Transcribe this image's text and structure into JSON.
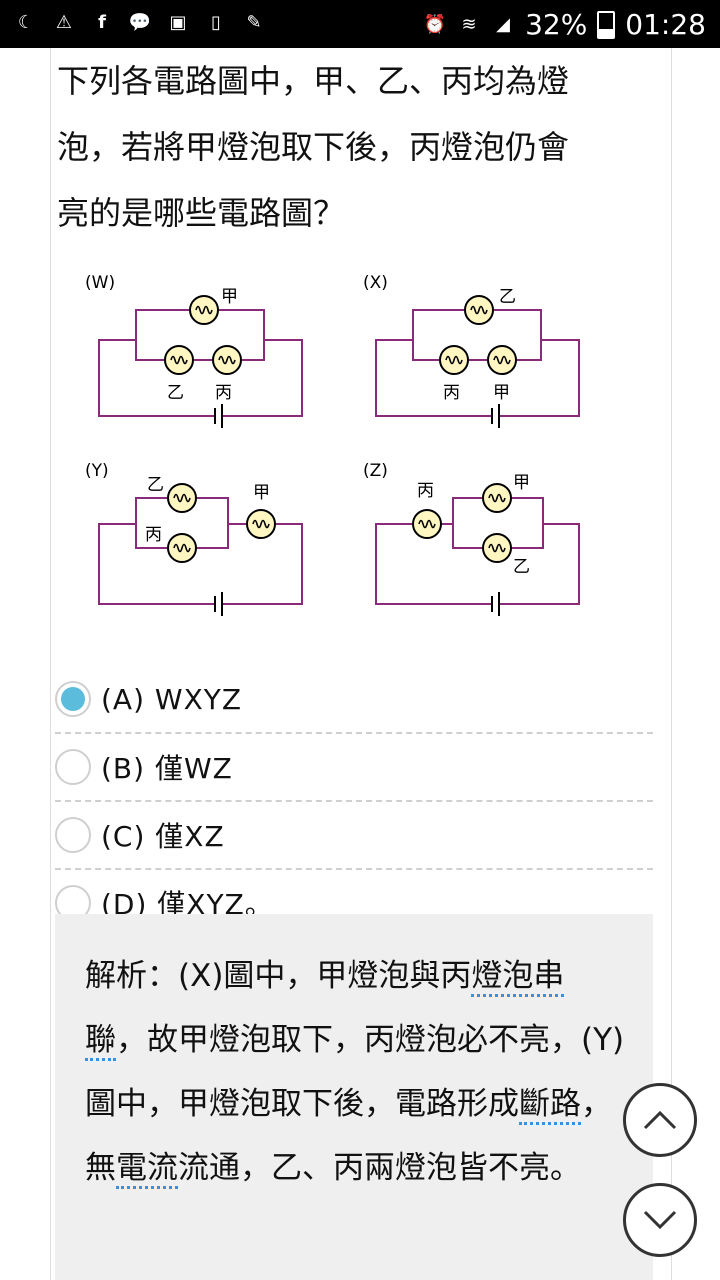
{
  "status": {
    "battery": "32%",
    "time": "01:28",
    "left_icons": [
      "moon-icon",
      "notification-alert-icon",
      "facebook-icon",
      "line-icon",
      "image-icon",
      "tablet-icon",
      "cleaner-icon"
    ],
    "right_icons": [
      "alarm-icon",
      "wifi-icon",
      "signal-icon",
      "battery-icon"
    ]
  },
  "question": {
    "text": "下列各電路圖中，甲、乙、丙均為燈\n泡，若將甲燈泡取下後，丙燈泡仍會\n亮的是哪些電路圖？"
  },
  "circuits": [
    {
      "label": "(W)",
      "bulbs": [
        "甲",
        "乙",
        "丙"
      ]
    },
    {
      "label": "(X)",
      "bulbs": [
        "乙",
        "丙",
        "甲"
      ]
    },
    {
      "label": "(Y)",
      "bulbs": [
        "乙",
        "丙",
        "甲"
      ]
    },
    {
      "label": "(Z)",
      "bulbs": [
        "丙",
        "甲",
        "乙"
      ]
    }
  ],
  "options": [
    {
      "label": "(A) WXYZ",
      "selected": true
    },
    {
      "label": "(B) 僅WZ",
      "selected": false
    },
    {
      "label": "(C) 僅XZ",
      "selected": false
    },
    {
      "label": "(D) 僅XYZ。",
      "selected": false
    }
  ],
  "analysis": {
    "p1": "解析：(X)圖中，甲燈泡與丙",
    "u1": "燈泡串聯",
    "p2": "，故甲燈泡取下，丙燈泡必不亮，(Y)圖中，甲燈泡取下後，電路形成",
    "u2": "斷路",
    "p3": "，無",
    "u3": "電流",
    "p4": "流通，乙、丙兩燈泡皆不亮。"
  },
  "colors": {
    "wire": "#8a2a7a",
    "bulb_fill": "#fff6c2",
    "radio_selected": "#5bbcdc",
    "analysis_bg": "#efefef"
  }
}
